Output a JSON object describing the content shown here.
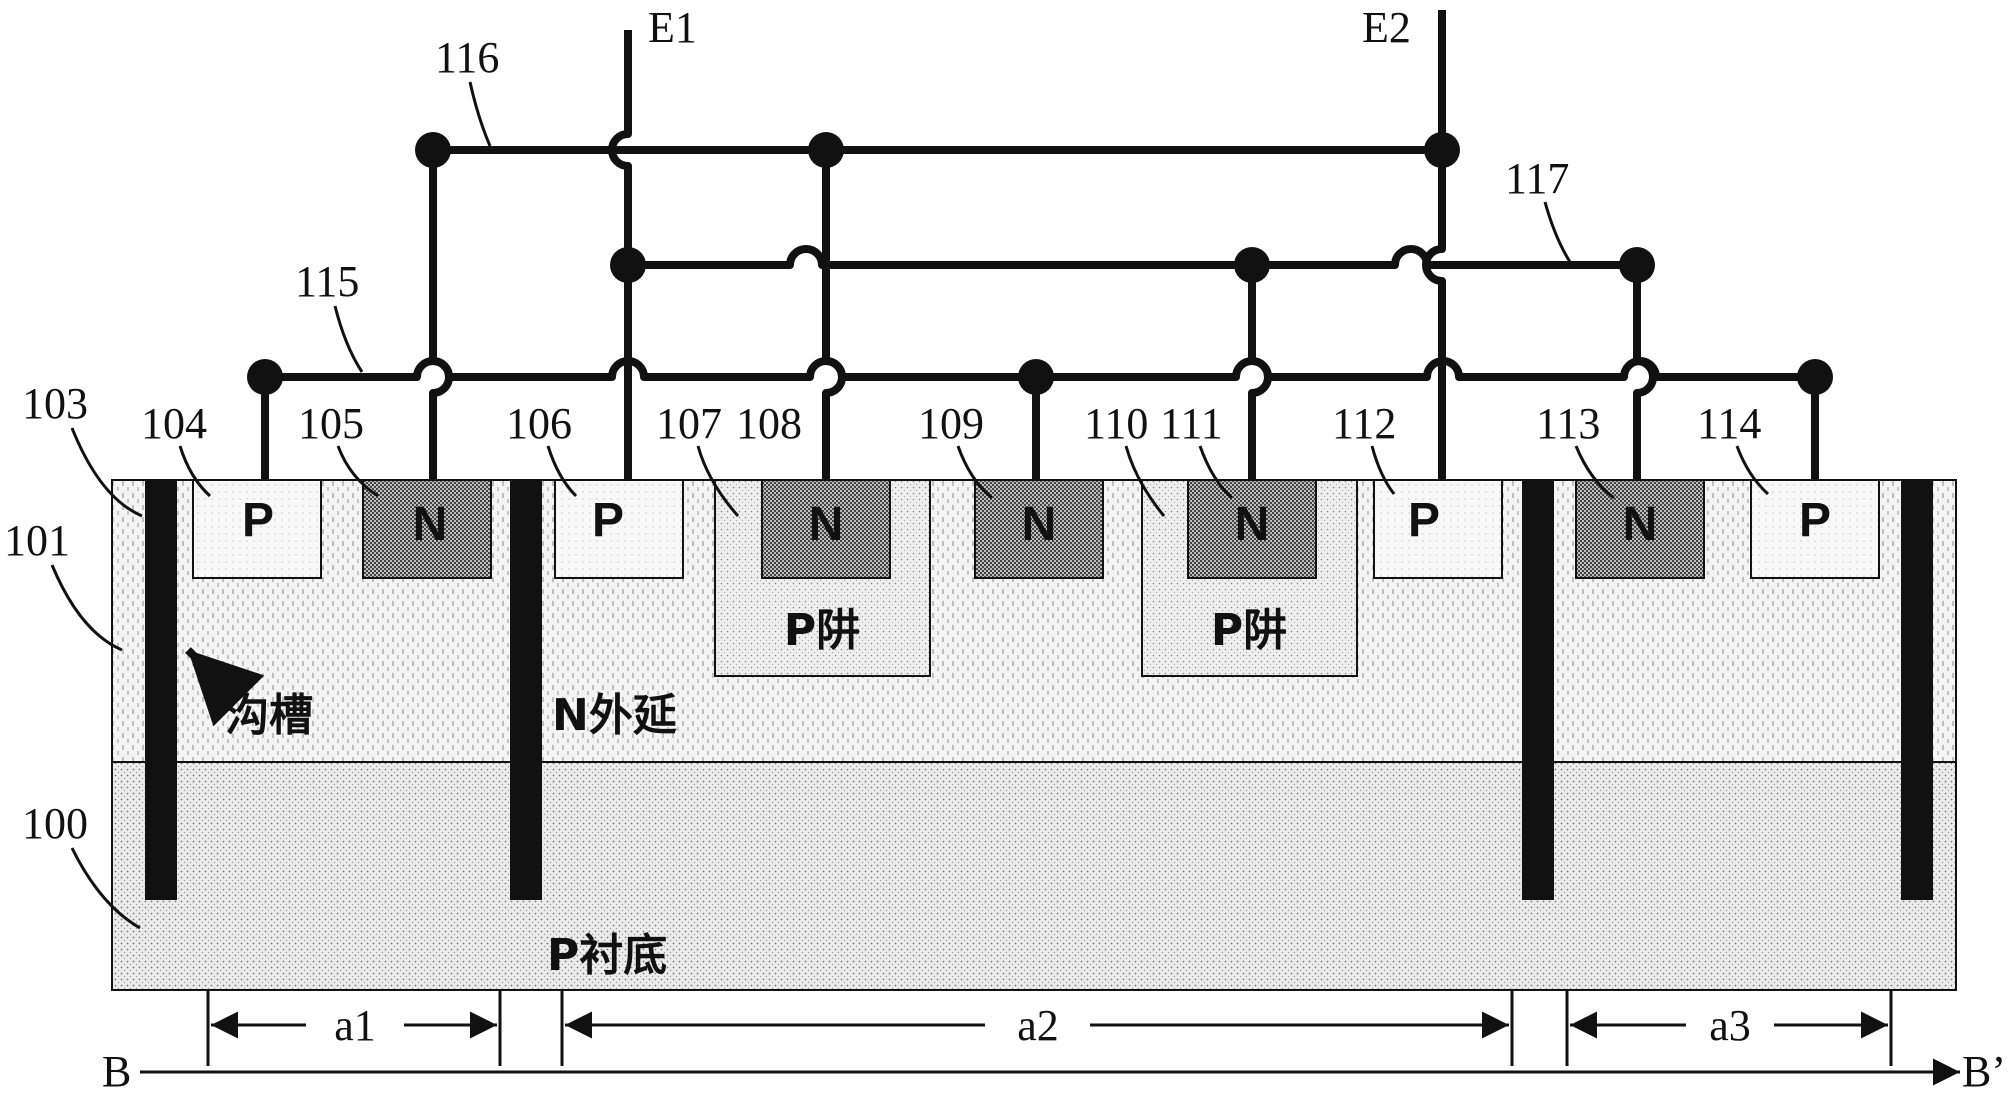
{
  "colors": {
    "ink": "#111111",
    "substrate": "#ececec",
    "epi": "#f4f4f4",
    "p_region": "#f8f8f8",
    "p_well": "#eeeeee",
    "n_region": "#8a8a8a",
    "trench": "#111111"
  },
  "terminals": {
    "e1": "E1",
    "e2": "E2"
  },
  "wire_labels": {
    "w115": "115",
    "w116": "116",
    "w117": "117"
  },
  "layer_labels": {
    "l100": "100",
    "l101": "101",
    "l103": "103"
  },
  "region_labels": {
    "r104": "104",
    "r105": "105",
    "r106": "106",
    "r107": "107",
    "r108": "108",
    "r109": "109",
    "r110": "110",
    "r111": "111",
    "r112": "112",
    "r113": "113",
    "r114": "114"
  },
  "region_types": {
    "p": "P",
    "n": "N"
  },
  "text": {
    "p_well": "P阱",
    "trench": "沟槽",
    "n_epi": "N外延",
    "p_substrate": "P衬底"
  },
  "dimensions": {
    "a1": "a1",
    "a2": "a2",
    "a3": "a3"
  },
  "axis": {
    "start": "B",
    "end": "B’"
  }
}
